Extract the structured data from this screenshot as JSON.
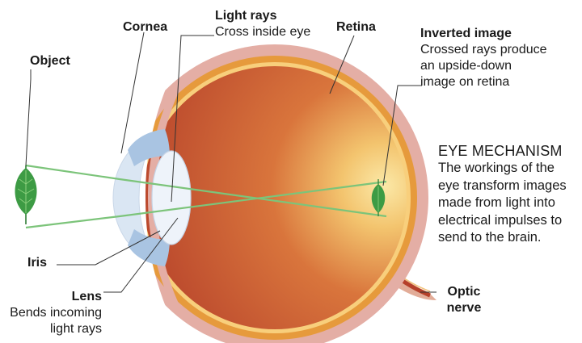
{
  "labels": {
    "object": "Object",
    "cornea": "Cornea",
    "light_rays_title": "Light rays",
    "light_rays_desc": "Cross inside eye",
    "retina": "Retina",
    "inverted_title": "Inverted image",
    "inverted_desc": [
      "Crossed rays produce",
      "an upside-down",
      "image on retina"
    ],
    "iris": "Iris",
    "lens_title": "Lens",
    "lens_desc": [
      "Bends incoming",
      "light rays"
    ],
    "optic": [
      "Optic",
      "nerve"
    ]
  },
  "panel": {
    "title": "EYE MECHANISM",
    "body": [
      "The workings of the",
      "eye transform images",
      "made from light into",
      "electrical impulses to",
      "send to the brain."
    ]
  },
  "colors": {
    "sclera": "#e4aea5",
    "choroid": "#e69a3c",
    "retina_line": "#f8cf7c",
    "interior_dark": "#b5402a",
    "interior_light": "#fbe9a8",
    "cornea": "#dae6f3",
    "iris": "#a9c4e2",
    "lens": "#eef3fa",
    "light_ray": "#7cc47a",
    "leaf": "#3d9b44",
    "leader_line": "#333333"
  }
}
